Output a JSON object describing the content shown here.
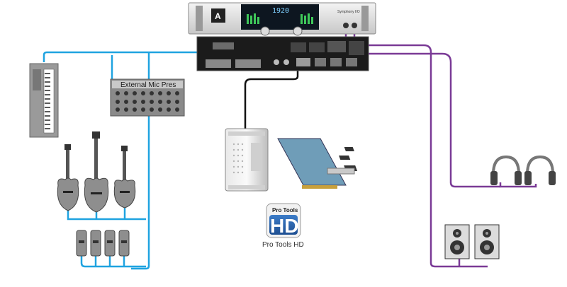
{
  "interface": {
    "display_text": "1920",
    "model_label": "Symphony I/O"
  },
  "mic_pres": {
    "label": "External Mic Pres"
  },
  "pro_tools": {
    "badge_top": "Pro Tools",
    "badge_main": "HD",
    "caption": "Pro Tools HD"
  },
  "colors": {
    "analog_cable": "#1fa3e0",
    "digital_cable": "#7a3a96",
    "host_cable": "#111111"
  }
}
